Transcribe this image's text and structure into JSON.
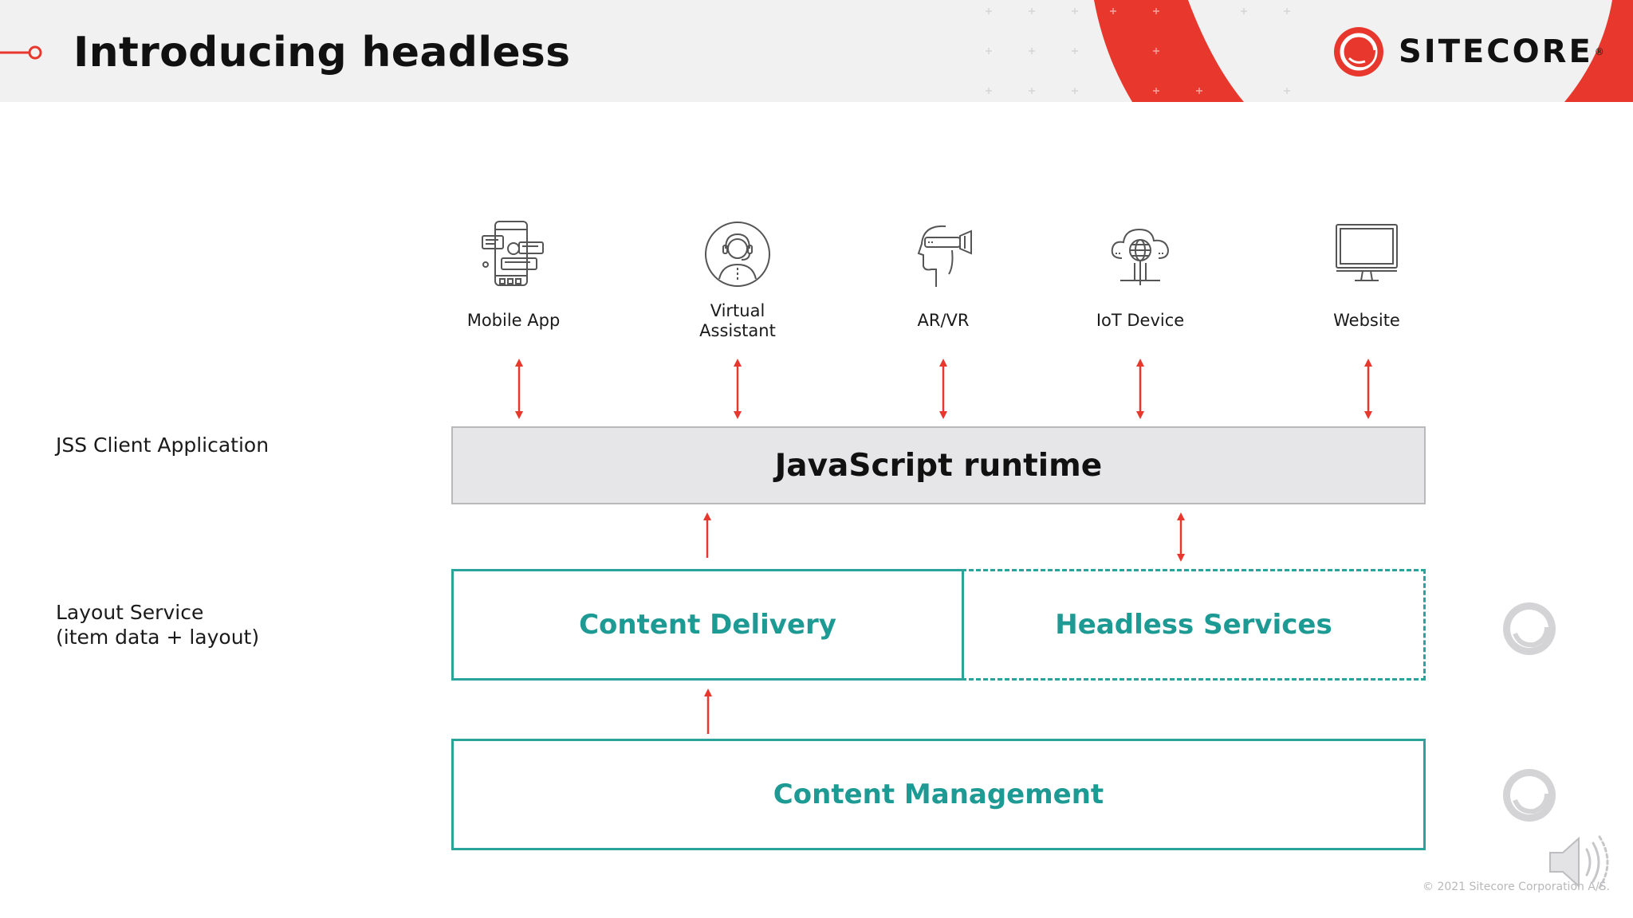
{
  "header": {
    "title": "Introducing headless",
    "brand": "SITECORE",
    "brand_mark": "®"
  },
  "side_labels": {
    "client_app": "JSS Client Application",
    "layout_service_line1": "Layout Service",
    "layout_service_line2": "(item data + layout)"
  },
  "devices": [
    {
      "label": "Mobile App",
      "icon": "mobile-app-icon"
    },
    {
      "label_line1": "Virtual",
      "label_line2": "Assistant",
      "icon": "virtual-assistant-icon"
    },
    {
      "label": "AR/VR",
      "icon": "ar-vr-headset-icon"
    },
    {
      "label": "IoT Device",
      "icon": "iot-cloud-icon"
    },
    {
      "label": "Website",
      "icon": "monitor-icon"
    }
  ],
  "boxes": {
    "runtime": "JavaScript runtime",
    "content_delivery": "Content Delivery",
    "headless_services": "Headless Services",
    "content_management": "Content Management"
  },
  "footer": {
    "copyright": "© 2021 Sitecore Corporation A/S."
  },
  "colors": {
    "accent_red": "#e8382d",
    "teal": "#1d9a93",
    "runtime_fill": "#e6e6e8"
  }
}
